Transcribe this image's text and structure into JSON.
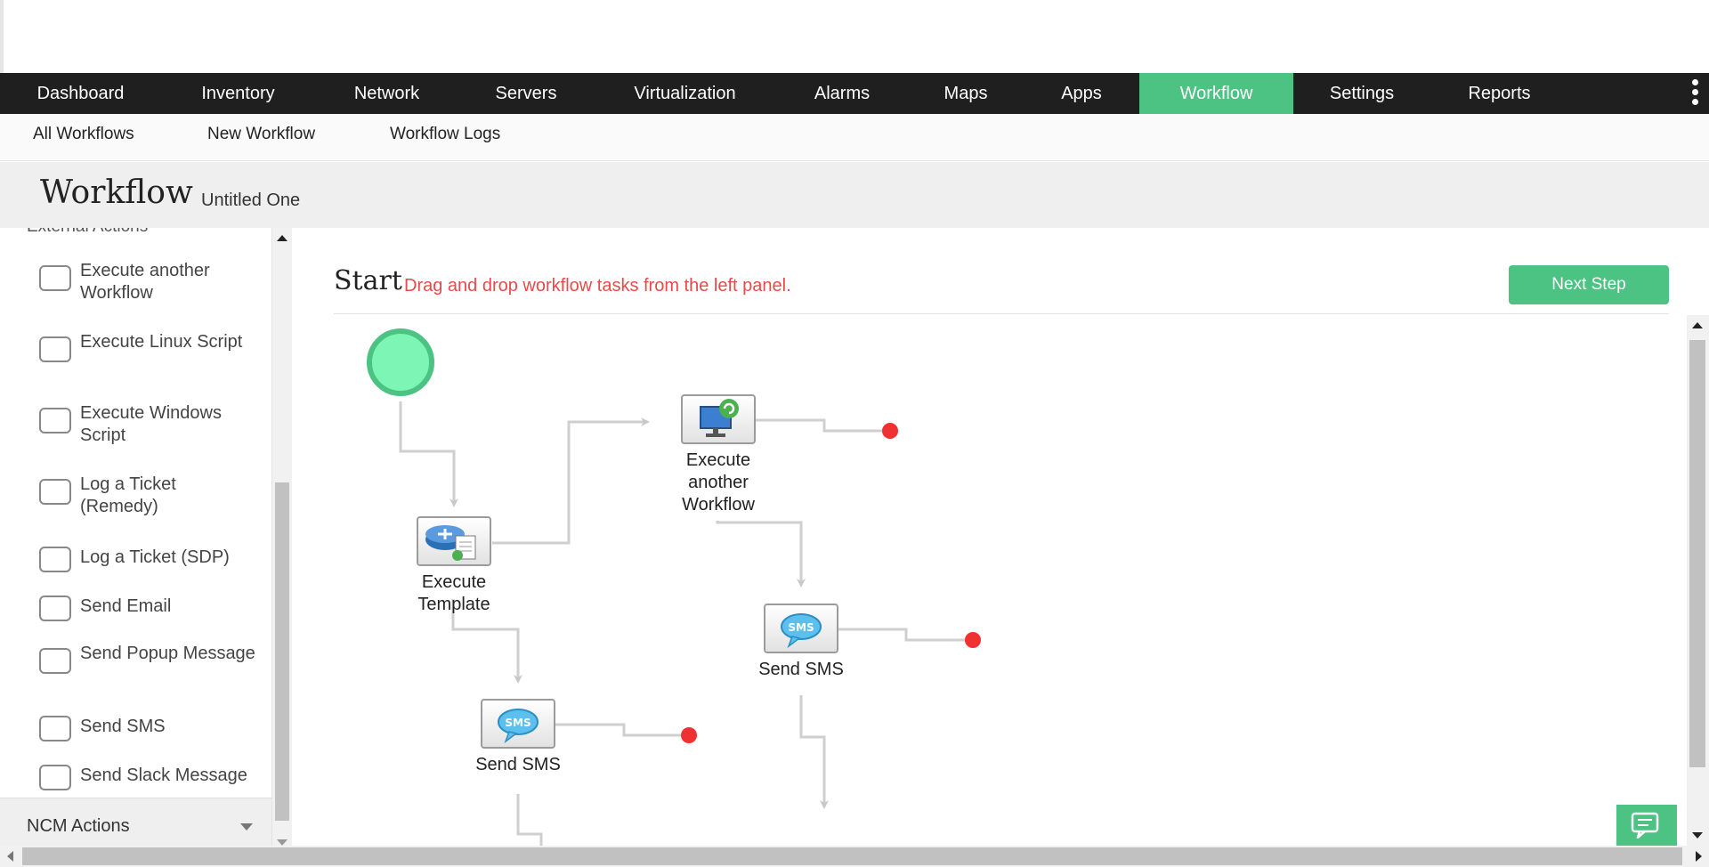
{
  "colors": {
    "accent": "#4cc383",
    "nav_bg": "#1f1f1f",
    "end_dot": "#f03131",
    "hint_text": "#e64b4b"
  },
  "main_nav": {
    "items": [
      {
        "label": "Dashboard"
      },
      {
        "label": "Inventory"
      },
      {
        "label": "Network"
      },
      {
        "label": "Servers"
      },
      {
        "label": "Virtualization"
      },
      {
        "label": "Alarms"
      },
      {
        "label": "Maps"
      },
      {
        "label": "Apps"
      },
      {
        "label": "Workflow",
        "active": true
      },
      {
        "label": "Settings"
      },
      {
        "label": "Reports"
      }
    ],
    "more_icon": "kebab-icon"
  },
  "sub_nav": {
    "items": [
      {
        "label": "All Workflows"
      },
      {
        "label": "New Workflow"
      },
      {
        "label": "Workflow Logs"
      }
    ]
  },
  "page": {
    "title": "Workflow",
    "subtitle": "Untitled One"
  },
  "left_panel": {
    "cut_heading": "External Actions",
    "tasks": [
      {
        "label": "Execute another Workflow"
      },
      {
        "label": "Execute Linux Script"
      },
      {
        "label": "Execute Windows Script"
      },
      {
        "label": "Log a Ticket (Remedy)"
      },
      {
        "label": "Log a Ticket (SDP)"
      },
      {
        "label": "Send Email"
      },
      {
        "label": "Send Popup Message"
      },
      {
        "label": "Send SMS"
      },
      {
        "label": "Send Slack Message"
      }
    ],
    "ncm_section": "NCM Actions"
  },
  "canvas": {
    "start_label": "Start",
    "hint": "Drag and drop workflow tasks from the left panel.",
    "next_button": "Next Step",
    "nodes": [
      {
        "label": "Execute Template",
        "icon": "execute-template-icon"
      },
      {
        "label": "Execute another Workflow",
        "icon": "execute-workflow-icon"
      },
      {
        "label": "Send SMS",
        "icon": "sms-icon",
        "badge": "SMS"
      },
      {
        "label": "Send SMS",
        "icon": "sms-icon",
        "badge": "SMS"
      }
    ]
  },
  "chat_icon": "chat-icon"
}
